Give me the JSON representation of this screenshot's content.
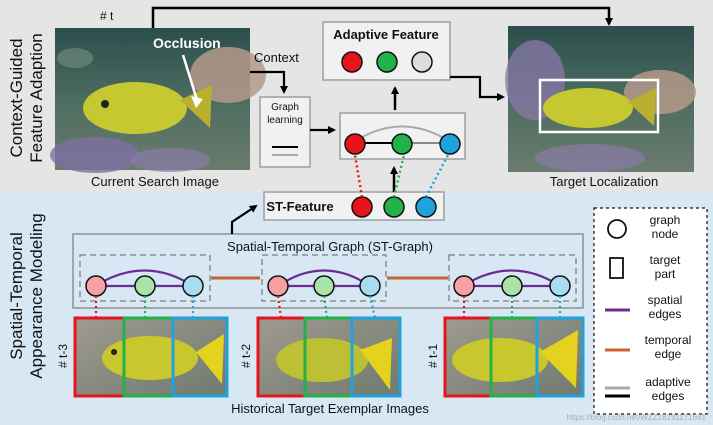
{
  "top": {
    "side_label_1": "Context-Guided",
    "side_label_2": "Feature Adaption",
    "frame_label": "# t",
    "occlusion_label": "Occlusion",
    "context_label": "Context",
    "graph_learning_1": "Graph",
    "graph_learning_2": "learning",
    "adaptive_feature_title": "Adaptive Feature",
    "current_search_caption": "Current Search Image",
    "target_localization_caption": "Target Localization"
  },
  "bottom": {
    "side_label_1": "Spatial-Temporal",
    "side_label_2": "Appearance Modeling",
    "st_feature_title": "ST-Feature",
    "st_graph_title": "Spatial-Temporal Graph (ST-Graph)",
    "exemplars": [
      {
        "frame": "# t-3"
      },
      {
        "frame": "# t-2"
      },
      {
        "frame": "# t-1"
      }
    ],
    "historical_caption": "Historical Target Exemplar Images"
  },
  "legend": [
    {
      "icon": "graph-node-icon",
      "label_1": "graph",
      "label_2": "node"
    },
    {
      "icon": "target-part-icon",
      "label_1": "target",
      "label_2": "part"
    },
    {
      "icon": "spatial-edge-icon",
      "label_1": "spatial",
      "label_2": "edges",
      "color": "#6a2c91"
    },
    {
      "icon": "temporal-edge-icon",
      "label_1": "temporal",
      "label_2": "edge",
      "color": "#c8642f"
    },
    {
      "icon": "adaptive-edge-icon",
      "label_1": "adaptive",
      "label_2": "edges",
      "color": "#aaaaaa"
    }
  ],
  "watermark": "https://blog.csdn.net/WZZ18191171661",
  "colors": {
    "top_band": "#e5e5e5",
    "bottom_band": "#d7e7f3",
    "node_red": "#e8141c",
    "node_green": "#22b24c",
    "node_blue": "#1ea3dc",
    "spatial_edge": "#6a2c91",
    "temporal_edge": "#c8642f",
    "box_border": "#9e9e9e"
  }
}
